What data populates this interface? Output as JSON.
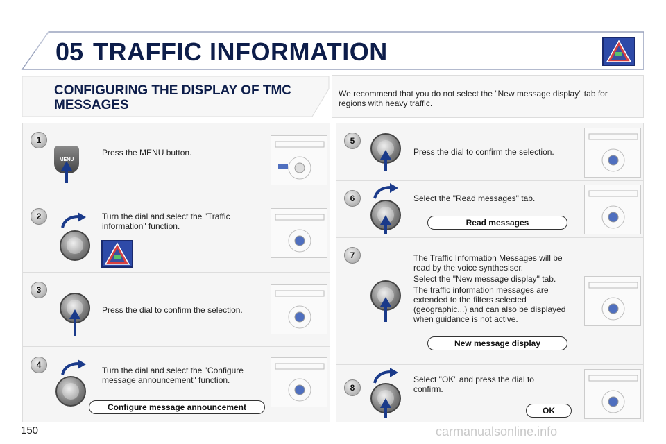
{
  "header": {
    "number": "05",
    "title": "TRAFFIC INFORMATION"
  },
  "section": {
    "title": "CONFIGURING THE DISPLAY OF TMC MESSAGES",
    "note": "We recommend that you do not select the \"New message display\" tab for regions with heavy traffic."
  },
  "steps": [
    {
      "num": "1",
      "text": "Press the MENU button.",
      "button_label": "MENU"
    },
    {
      "num": "2",
      "text": "Turn the dial and select the \"Traffic information\" function."
    },
    {
      "num": "3",
      "text": "Press the dial to confirm the selection."
    },
    {
      "num": "4",
      "text": "Turn the dial and select the \"Configure message announcement\" function.",
      "pill": "Configure message announcement"
    },
    {
      "num": "5",
      "text": "Press the dial to confirm the selection."
    },
    {
      "num": "6",
      "text": "Select the \"Read messages\" tab.",
      "pill": "Read messages"
    },
    {
      "num": "7",
      "text1": "The Traffic Information Messages will be read by the voice synthesiser.",
      "text2": "Select the \"New message display\" tab.",
      "text3": "The traffic information messages are extended to the filters selected (geographic...) and can also be displayed when guidance is not active.",
      "pill": "New message display"
    },
    {
      "num": "8",
      "text": "Select \"OK\" and press the dial to confirm.",
      "pill": "OK"
    }
  ],
  "footer": {
    "page_number": "150",
    "watermark": "carmanualsonline.info"
  },
  "colors": {
    "title": "#0d1d4a",
    "arrow": "#1a3a8a",
    "badge": "#2e4aa8"
  }
}
